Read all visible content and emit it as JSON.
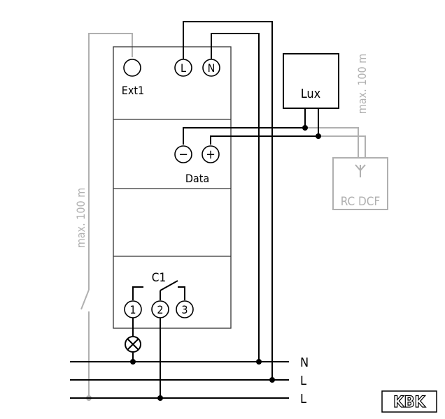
{
  "device": {
    "ext_label": "Ext1",
    "terminal_L": "L",
    "terminal_N": "N",
    "data_minus": "−",
    "data_plus": "+",
    "data_label": "Data",
    "channel_label": "C1",
    "terminal_1": "1",
    "terminal_2": "2",
    "terminal_3": "3"
  },
  "lux_sensor": {
    "label": "Lux"
  },
  "antenna": {
    "label": "RC DCF"
  },
  "cable_limits": {
    "left": "max. 100 m",
    "right": "max. 100 m"
  },
  "mains": {
    "line_1": "N",
    "line_2": "L",
    "line_3": "L"
  },
  "logo": {
    "text": "KBK"
  },
  "colors": {
    "wire": "#000000",
    "optional_wire": "#b0b0b0",
    "module_border": "#333333"
  }
}
